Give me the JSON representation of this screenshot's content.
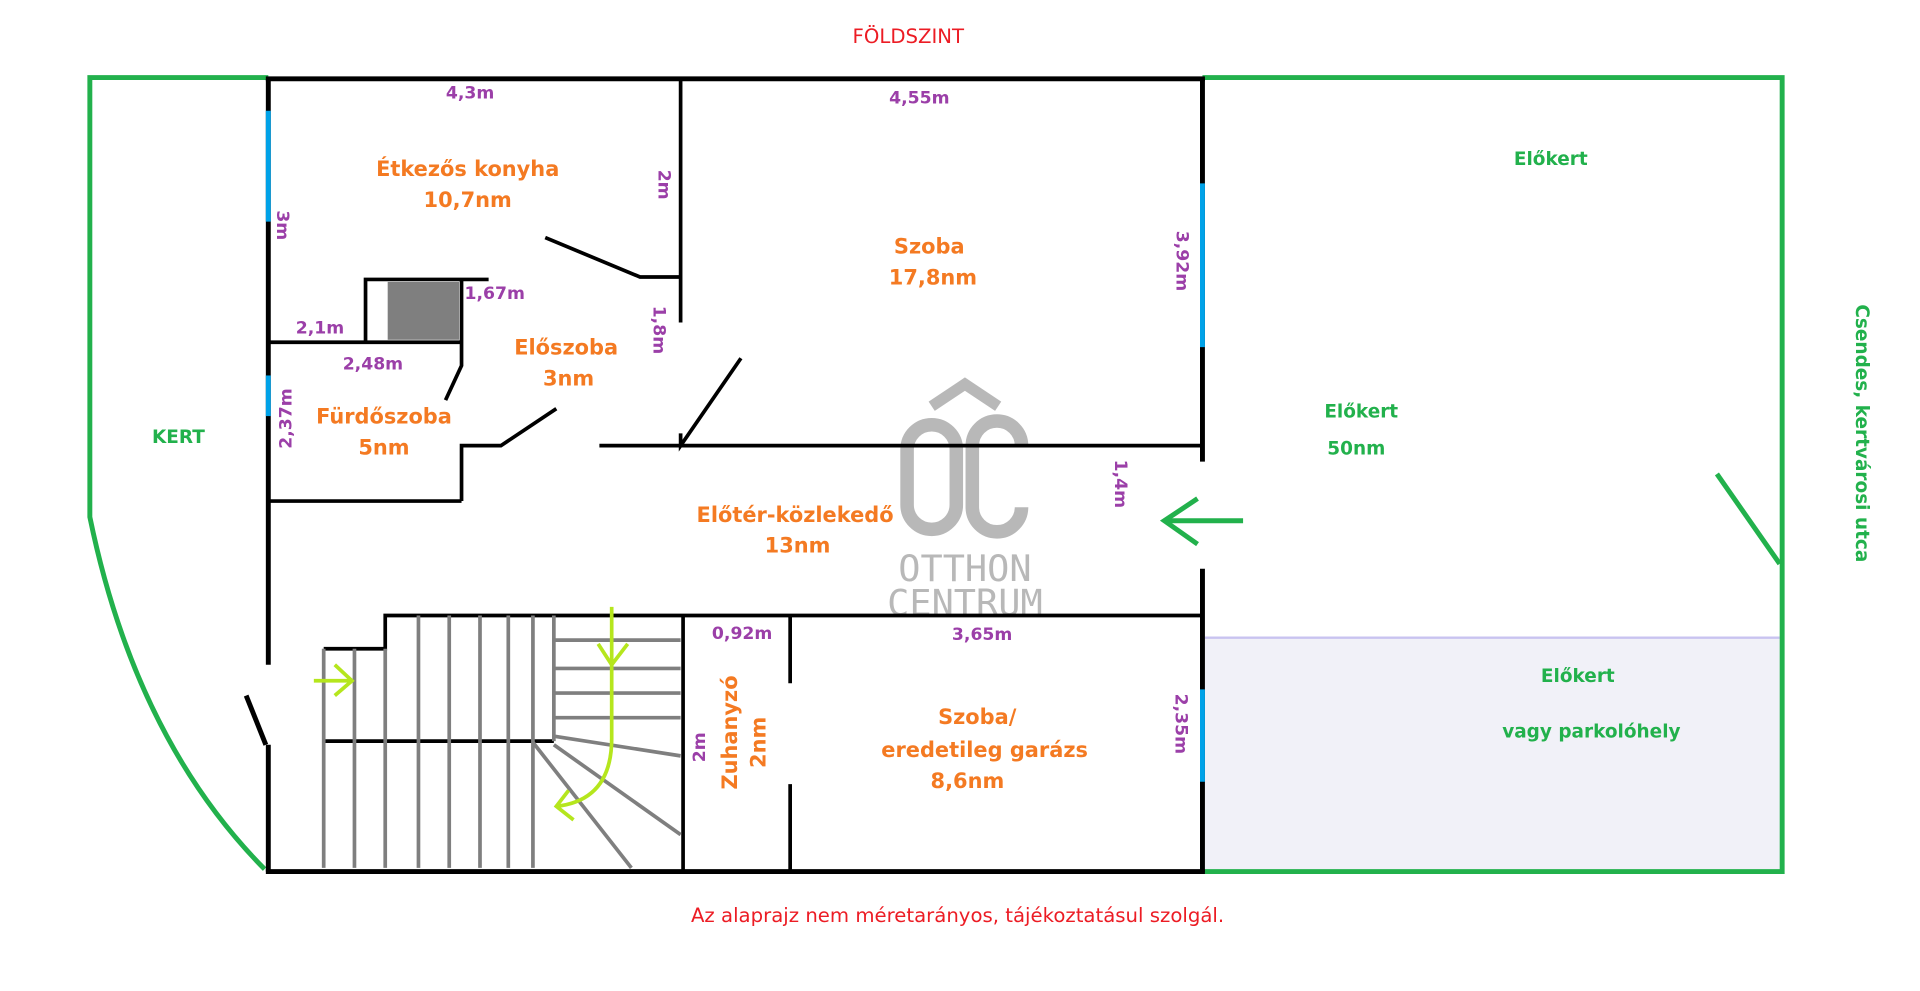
{
  "title": "FÖLDSZINT",
  "footer_note": "Az alaprajz nem méretarányos, tájékoztatásul szolgál.",
  "rooms": {
    "kitchen": {
      "name": "Étkezős konyha",
      "area": "10,7nm"
    },
    "room1": {
      "name": "Szoba",
      "area": "17,8nm"
    },
    "hall": {
      "name": "Előszoba",
      "area": "3nm"
    },
    "bath": {
      "name": "Fürdőszoba",
      "area": "5nm"
    },
    "corridor": {
      "name": "Előtér-közlekedő",
      "area": "13nm"
    },
    "shower": {
      "name": "Zuhanyzó",
      "area": "2nm"
    },
    "room2": {
      "line1": "Szoba/",
      "line2": "eredetileg garázs",
      "area": "8,6nm"
    }
  },
  "dimensions": {
    "kitchen_top": "4,3m",
    "room1_top": "4,55m",
    "kitchen_left": "3m",
    "kitchen_right": "2m",
    "hall_right": "1,8m",
    "chimney": "1,67m",
    "kitchen_bottom": "2,1m",
    "bath_top": "2,48m",
    "bath_left": "2,37m",
    "room1_right": "3,92m",
    "corridor_right": "1,4m",
    "shower_top": "0,92m",
    "room2_top": "3,65m",
    "room2_right": "2,35m",
    "stair_right": "2m"
  },
  "garden": {
    "back": "KERT",
    "front_top": "Előkert",
    "front_mid": "Előkert",
    "front_area": "50nm",
    "parking_line1": "Előkert",
    "parking_line2": "vagy parkolóhely",
    "street": "Csendes, kertvárosi utca"
  },
  "watermark": {
    "logo": "ÔC",
    "line1": "OTTHON",
    "line2": "CENTRUM"
  },
  "colors": {
    "room_labels": "#f47a22",
    "dimensions": "#9b3fa8",
    "garden": "#22b14c",
    "windows": "#00a2e8",
    "title": "#ec1c24",
    "stair_arrows": "#b5e61d"
  }
}
